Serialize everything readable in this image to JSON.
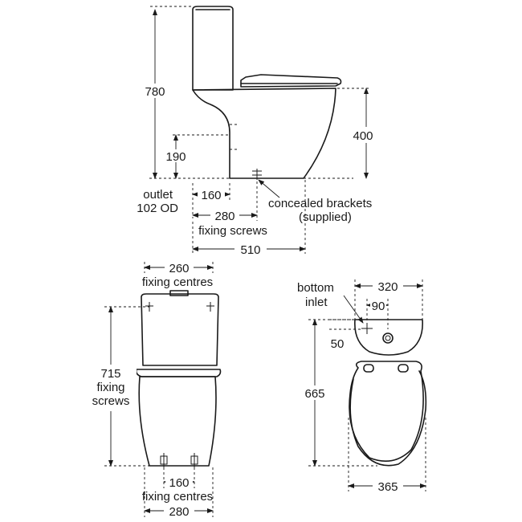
{
  "side_view": {
    "overall_height": "780",
    "seat_height": "400",
    "outlet_height": "190",
    "outlet_label_1": "outlet",
    "outlet_label_2": "102 OD",
    "outlet_distance": "160",
    "fixing_distance": "280",
    "fixing_label": "fixing screws",
    "overall_depth": "510",
    "brackets_label_1": "concealed brackets",
    "brackets_label_2": "(supplied)"
  },
  "front_view": {
    "top_fixing": "260",
    "top_fixing_label": "fixing centres",
    "height_value": "715",
    "height_label_1": "fixing",
    "height_label_2": "screws",
    "bottom_fixing": "160",
    "bottom_fixing_label": "fixing centres",
    "base_width": "280"
  },
  "plan_view": {
    "inlet_label_1": "bottom",
    "inlet_label_2": "inlet",
    "cistern_width": "320",
    "inlet_offset": "90",
    "inlet_depth": "50",
    "overall_length": "665",
    "pan_width": "365"
  }
}
